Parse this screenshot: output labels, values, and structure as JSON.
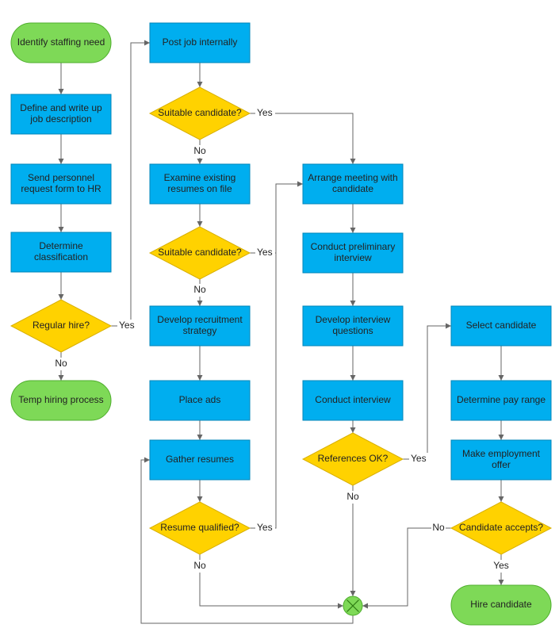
{
  "colors": {
    "process_fill": "#00aeef",
    "process_stroke": "#0086b8",
    "decision_fill": "#ffd200",
    "decision_stroke": "#d9b000",
    "terminal_fill": "#7ed957",
    "terminal_stroke": "#4fae2d",
    "connector_fill": "#7ed957",
    "connector_stroke": "#4fae2d",
    "line": "#666666"
  },
  "nodes": {
    "n1": {
      "type": "terminal",
      "lines": [
        "Identify staffing need"
      ]
    },
    "n2": {
      "type": "process",
      "lines": [
        "Define and write up",
        "job description"
      ]
    },
    "n3": {
      "type": "process",
      "lines": [
        "Send personnel",
        "request form to HR"
      ]
    },
    "n4": {
      "type": "process",
      "lines": [
        "Determine",
        "classification"
      ]
    },
    "n5": {
      "type": "decision",
      "lines": [
        "Regular hire?"
      ]
    },
    "n6": {
      "type": "terminal",
      "lines": [
        "Temp hiring process"
      ]
    },
    "n7": {
      "type": "process",
      "lines": [
        "Post job internally"
      ]
    },
    "n8": {
      "type": "decision",
      "lines": [
        "Suitable candidate?"
      ]
    },
    "n9": {
      "type": "process",
      "lines": [
        "Examine existing",
        "resumes on file"
      ]
    },
    "n10": {
      "type": "decision",
      "lines": [
        "Suitable candidate?"
      ]
    },
    "n11": {
      "type": "process",
      "lines": [
        "Develop recruitment",
        "strategy"
      ]
    },
    "n12": {
      "type": "process",
      "lines": [
        "Place ads"
      ]
    },
    "n13": {
      "type": "process",
      "lines": [
        "Gather resumes"
      ]
    },
    "n14": {
      "type": "decision",
      "lines": [
        "Resume qualified?"
      ]
    },
    "n15": {
      "type": "process",
      "lines": [
        "Arrange meeting with",
        "candidate"
      ]
    },
    "n16": {
      "type": "process",
      "lines": [
        "Conduct preliminary",
        "interview"
      ]
    },
    "n17": {
      "type": "process",
      "lines": [
        "Develop interview",
        "questions"
      ]
    },
    "n18": {
      "type": "process",
      "lines": [
        "Conduct interview"
      ]
    },
    "n19": {
      "type": "decision",
      "lines": [
        "References OK?"
      ]
    },
    "n20": {
      "type": "process",
      "lines": [
        "Select candidate"
      ]
    },
    "n21": {
      "type": "process",
      "lines": [
        "Determine pay range"
      ]
    },
    "n22": {
      "type": "process",
      "lines": [
        "Make employment",
        "offer"
      ]
    },
    "n23": {
      "type": "decision",
      "lines": [
        "Candidate accepts?"
      ]
    },
    "n24": {
      "type": "terminal",
      "lines": [
        "Hire candidate"
      ]
    },
    "c1": {
      "type": "connector",
      "lines": []
    }
  },
  "edge_labels": {
    "n5_yes": "Yes",
    "n5_no": "No",
    "n8_yes": "Yes",
    "n8_no": "No",
    "n10_yes": "Yes",
    "n10_no": "No",
    "n14_yes": "Yes",
    "n14_no": "No",
    "n19_yes": "Yes",
    "n19_no": "No",
    "n23_yes": "Yes",
    "n23_no": "No"
  }
}
